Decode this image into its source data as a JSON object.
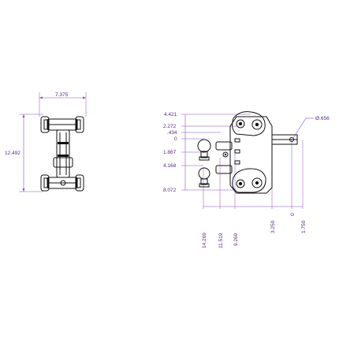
{
  "colors": {
    "dimension": "#5a2a86",
    "part": "#111111",
    "background": "#ffffff"
  },
  "front_view": {
    "width_label": "7.375",
    "height_label": "12.492"
  },
  "side_view": {
    "vertical_dims": [
      "4.421",
      "2.272",
      ".434",
      "0",
      "1.867",
      "4.168",
      "8.072"
    ],
    "horizontal_dims": [
      "14.269",
      "11.519",
      "9.269",
      "3.250",
      "0",
      "1.750"
    ],
    "diameter_label": "Ø.656"
  }
}
